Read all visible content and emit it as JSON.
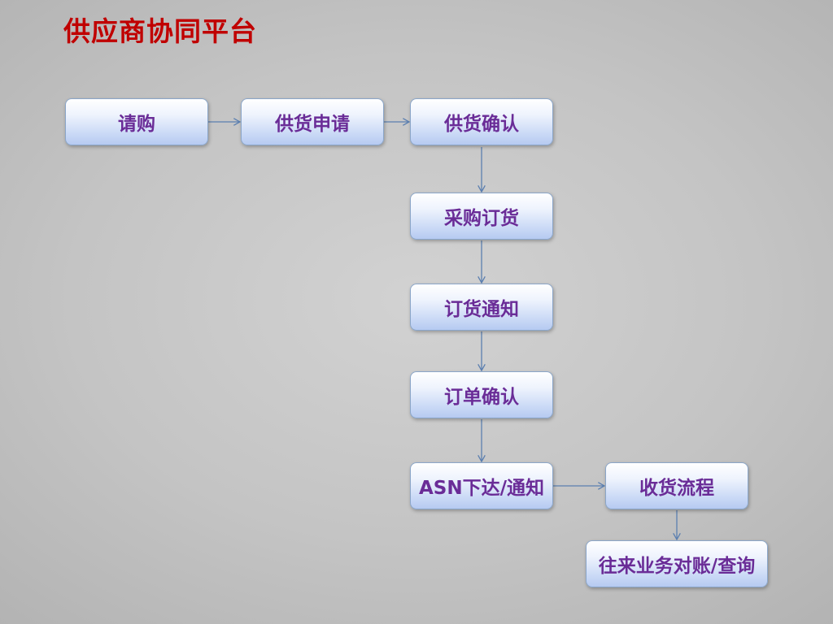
{
  "title": "供应商协同平台",
  "colors": {
    "title": "#c00000",
    "node_text": "#6a2c97",
    "node_border": "#8ba6c9",
    "connector": "#5b7fb0"
  },
  "nodes": {
    "purchase_request": "请购",
    "supply_application": "供货申请",
    "supply_confirmation": "供货确认",
    "procurement_order": "采购订货",
    "order_notification": "订货通知",
    "order_confirmation": "订单确认",
    "asn_notification": "ASN下达/通知",
    "receiving_process": "收货流程",
    "reconciliation_query": "往来业务对账/查询"
  }
}
